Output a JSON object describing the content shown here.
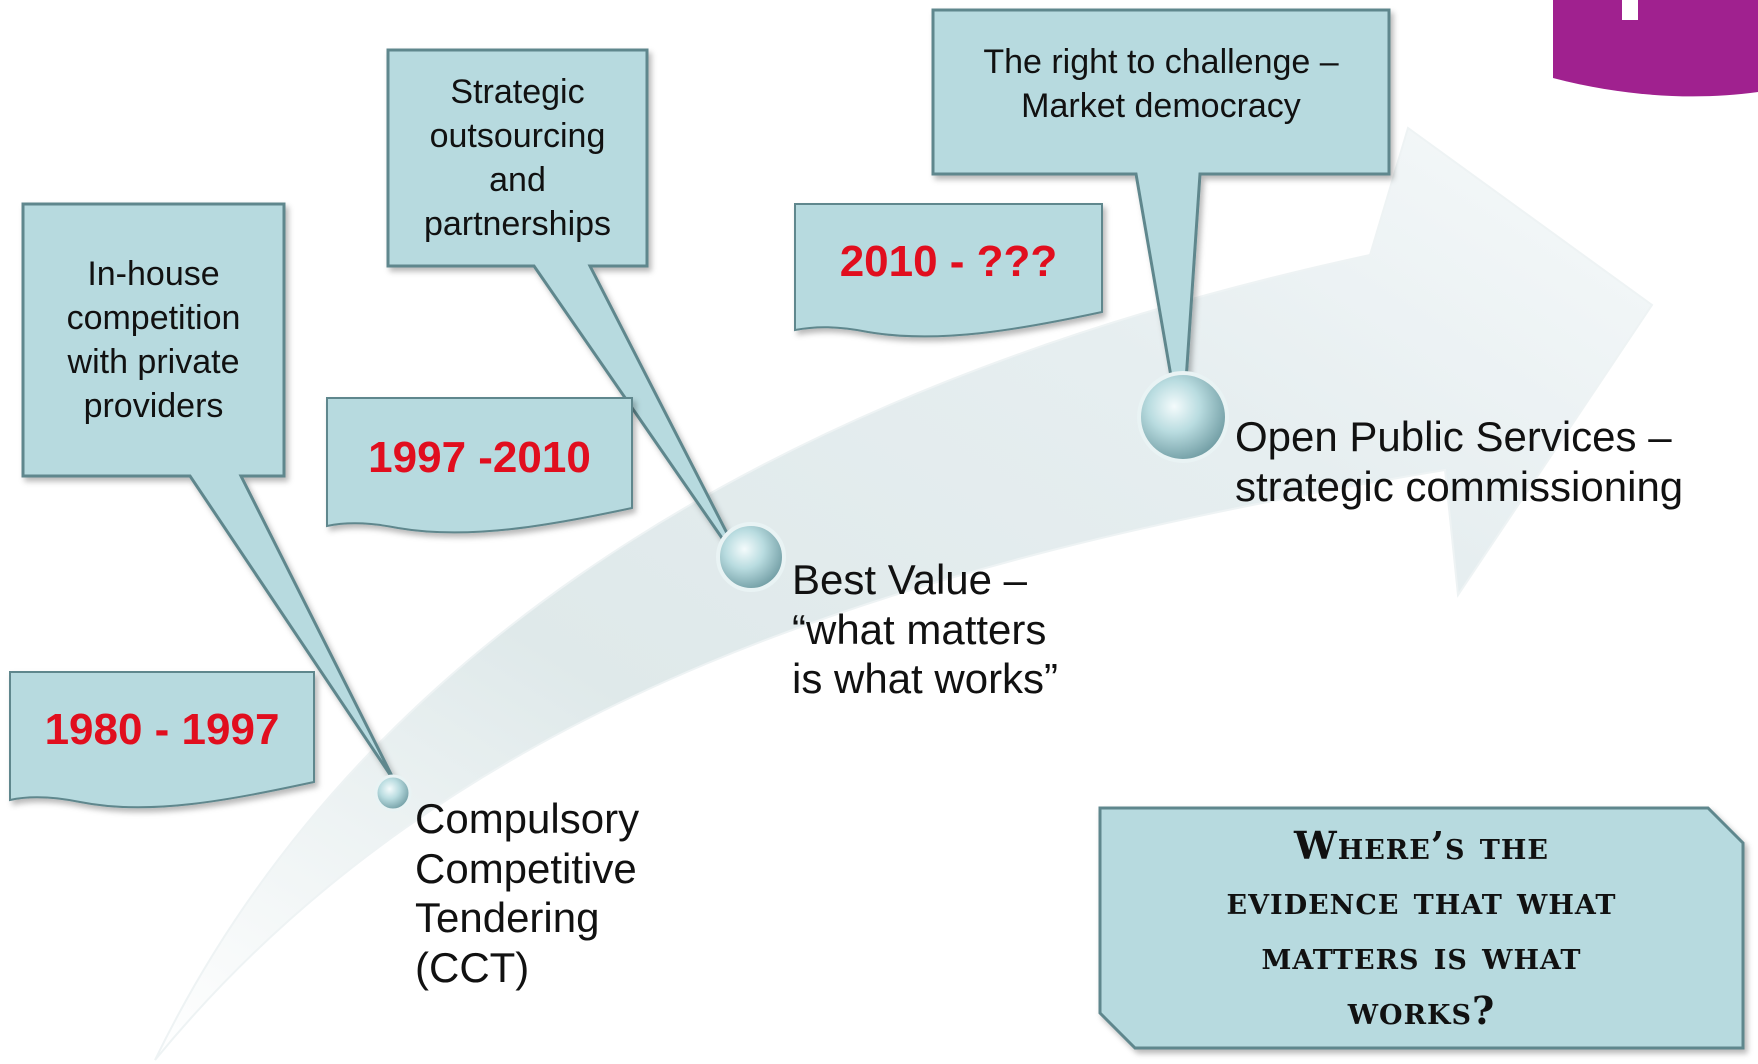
{
  "colors": {
    "callout_fill": "#b7dadf",
    "callout_border": "#5f878d",
    "year_text": "#e10e1e",
    "corner_logo": "#a0218f"
  },
  "periods": [
    {
      "years": "1980 - 1997",
      "milestone": [
        "Compulsory",
        "Competitive",
        "Tendering",
        "(CCT)"
      ],
      "callout": [
        "In-house",
        "competition",
        "with private",
        "providers"
      ]
    },
    {
      "years": "1997 -2010",
      "milestone": [
        "Best Value –",
        "“what matters",
        "is what works”"
      ],
      "callout": [
        "Strategic",
        "outsourcing",
        "and",
        "partnerships"
      ]
    },
    {
      "years": "2010 - ???",
      "milestone": [
        "Open Public Services –",
        "strategic commissioning"
      ],
      "callout": [
        "The right to challenge –",
        "Market democracy"
      ]
    }
  ],
  "question": [
    "Where’s the",
    "evidence that what",
    "matters is what",
    "works?"
  ]
}
